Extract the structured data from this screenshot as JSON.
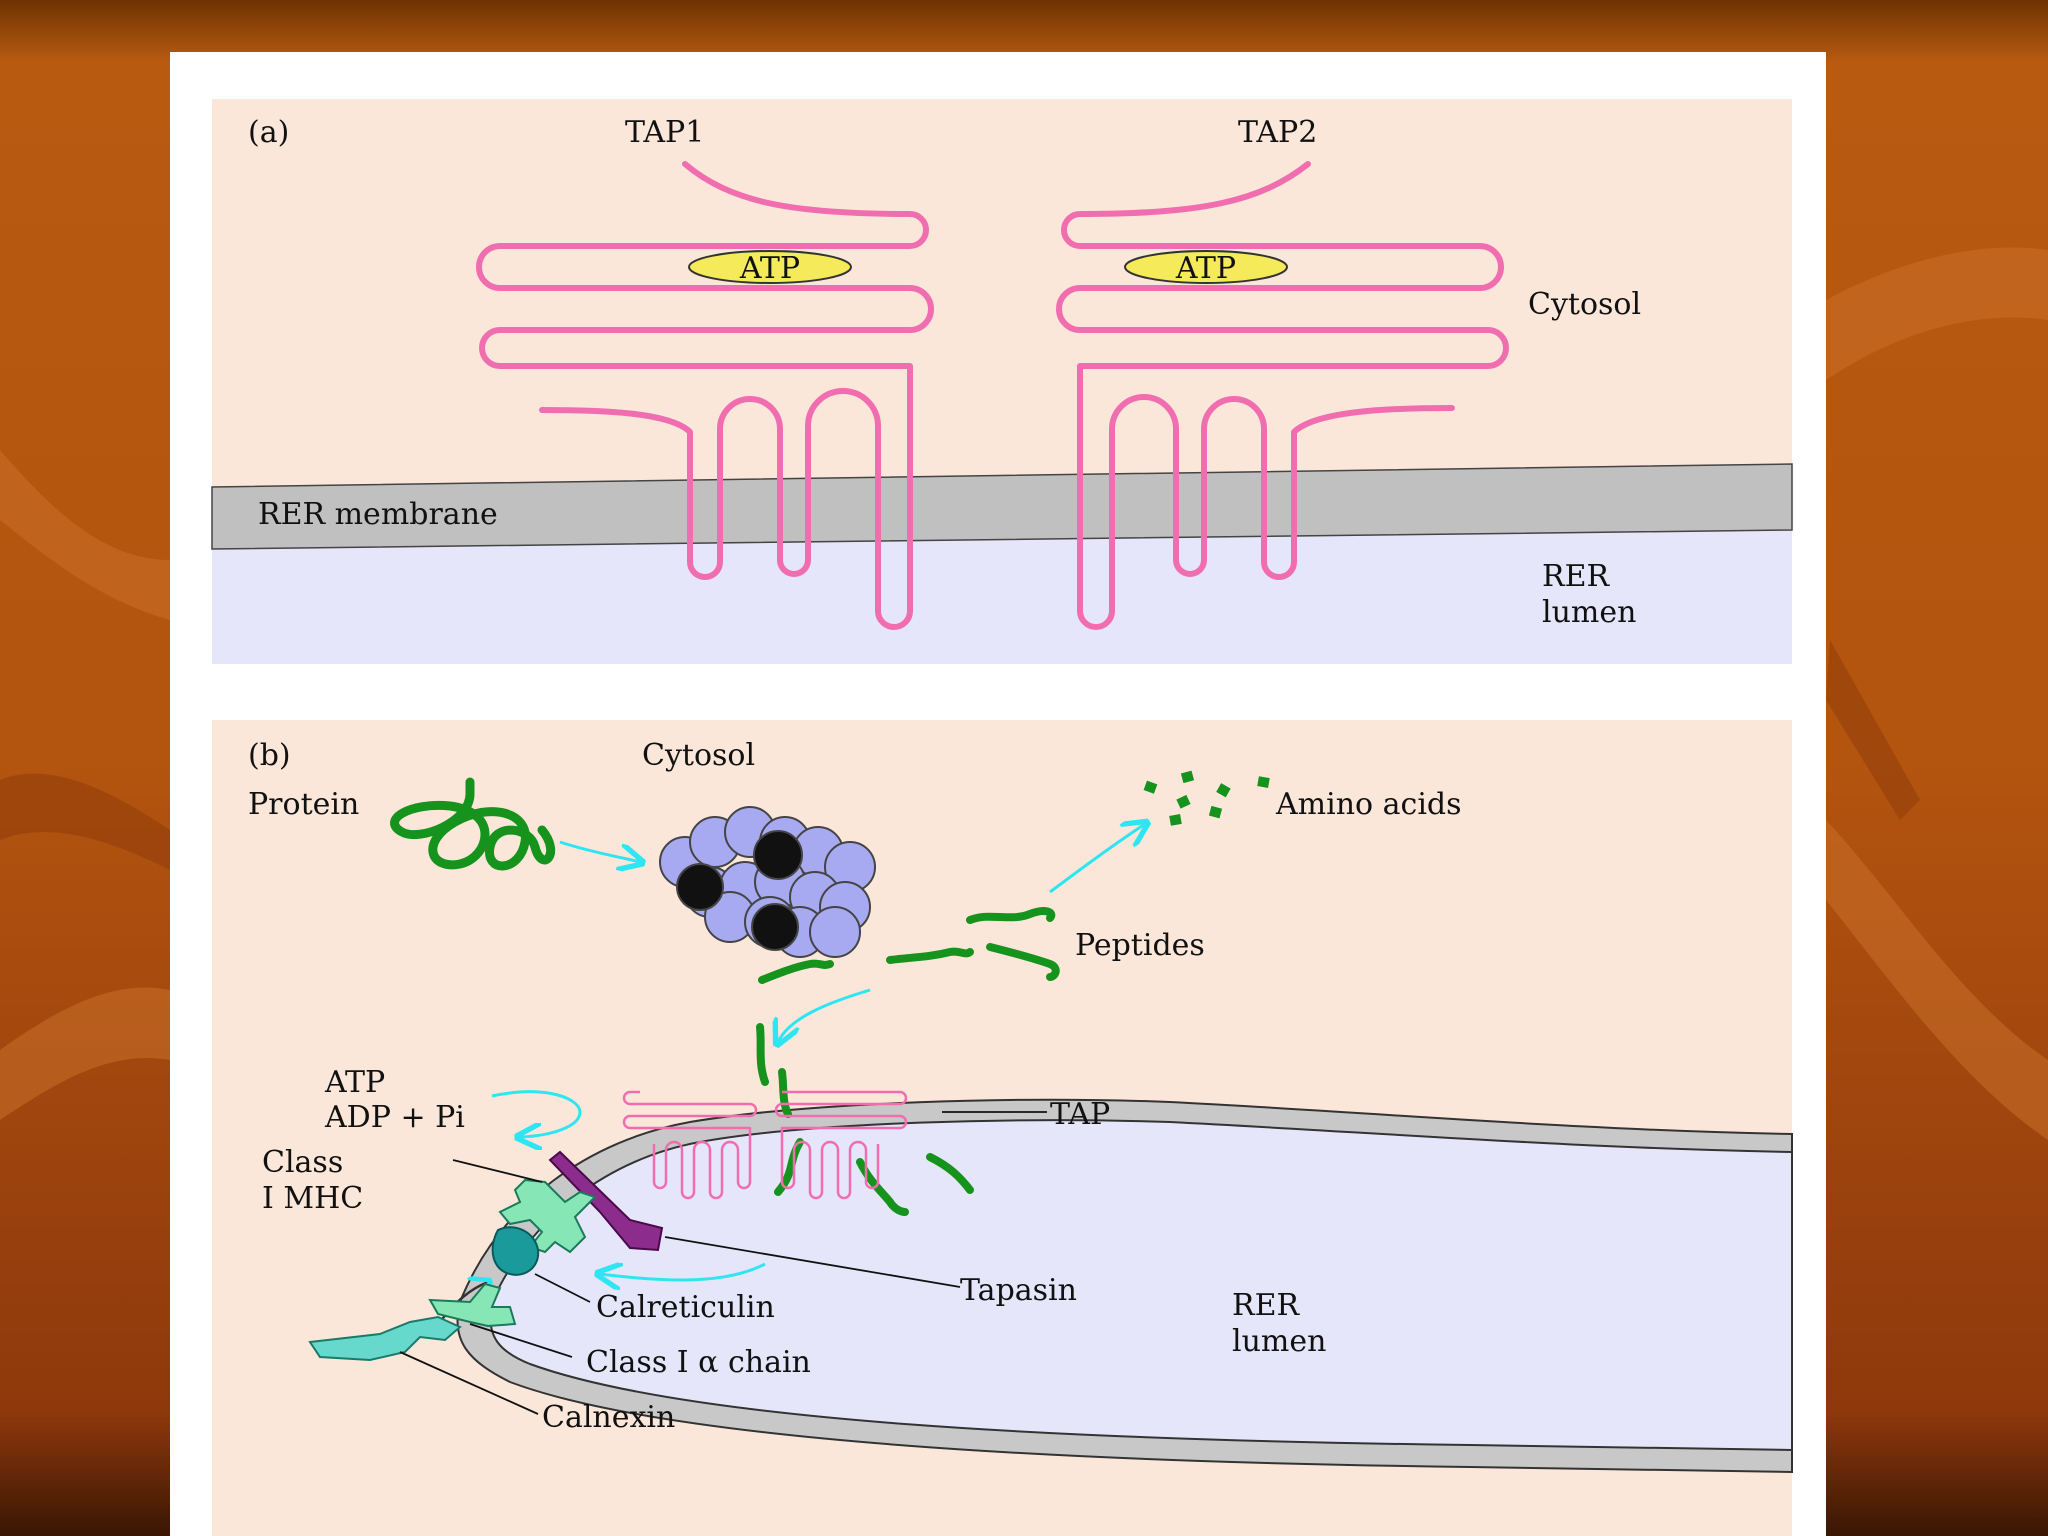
{
  "panel_a": {
    "tag": "(a)",
    "tap1": "TAP1",
    "tap2": "TAP2",
    "atp": "ATP",
    "cytosol": "Cytosol",
    "membrane": "RER membrane",
    "lumen_1": "RER",
    "lumen_2": "lumen"
  },
  "panel_b": {
    "tag": "(b)",
    "cytosol": "Cytosol",
    "protein": "Protein",
    "amino_acids": "Amino acids",
    "peptides": "Peptides",
    "atp": "ATP",
    "adp": "ADP + Pi",
    "tap": "TAP",
    "mhc_1": "Class",
    "mhc_2": "I MHC",
    "tapasin": "Tapasin",
    "calreticulin": "Calreticulin",
    "alpha_chain": "Class I α chain",
    "calnexin": "Calnexin",
    "lumen_1": "RER",
    "lumen_2": "lumen"
  },
  "colors": {
    "cytosol_fill": "#fbe7da",
    "lumen_fill": "#e6e6fa",
    "membrane_fill": "#c0c0c0",
    "tap_pink": "#f06eb0",
    "atp_yellow": "#f5ea5a",
    "proteasome": "#a7aaf0",
    "peptide_green": "#16931c",
    "arrow_cyan": "#2ee6f2",
    "mhc_green": "#86e6b6",
    "tapasin_purple": "#8c2c8c",
    "calreticulin_teal": "#1a9a9a",
    "calnexin_teal": "#66d8cc"
  }
}
